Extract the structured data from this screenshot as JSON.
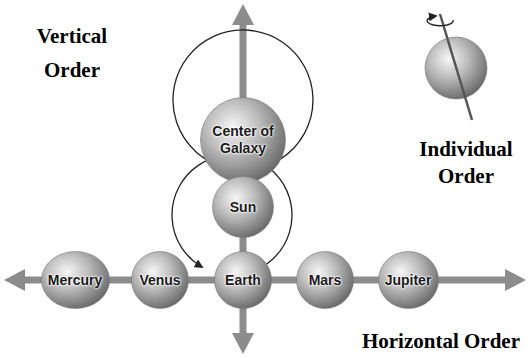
{
  "diagram": {
    "nodes": [
      {
        "text": [
          "Center of Galaxy"
        ]
      },
      {
        "text": [
          "Sun"
        ]
      },
      {
        "text": [
          "Mercury"
        ]
      },
      {
        "text": [
          "Venus"
        ]
      },
      {
        "text": [
          "Earth"
        ]
      },
      {
        "text": [
          "Mars"
        ]
      },
      {
        "text": [
          "Jupiter"
        ]
      }
    ],
    "labels": [
      "Vertical Order",
      "Individual Order",
      "Horizontal Order"
    ]
  }
}
